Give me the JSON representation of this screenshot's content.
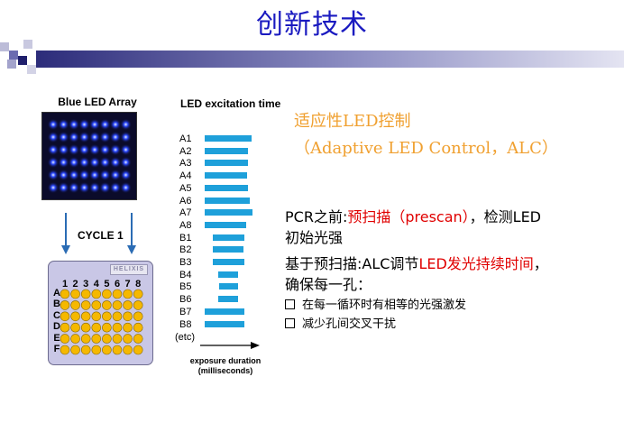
{
  "slide": {
    "title": "创新技术",
    "left": {
      "led_array_title": "Blue LED Array",
      "cycle_label": "CYCLE 1",
      "plate_logo": "HELIXIS",
      "plate_columns": [
        "1",
        "2",
        "3",
        "4",
        "5",
        "6",
        "7",
        "8"
      ],
      "plate_rows": [
        "A",
        "B",
        "C",
        "D",
        "E",
        "F"
      ]
    },
    "middle": {
      "title": "LED excitation time",
      "bars": [
        {
          "label": "A1",
          "value": 52
        },
        {
          "label": "A2",
          "value": 48
        },
        {
          "label": "A3",
          "value": 48
        },
        {
          "label": "A4",
          "value": 47
        },
        {
          "label": "A5",
          "value": 48
        },
        {
          "label": "A6",
          "value": 50
        },
        {
          "label": "A7",
          "value": 53
        },
        {
          "label": "A8",
          "value": 46
        },
        {
          "label": "B1",
          "value": 35
        },
        {
          "label": "B2",
          "value": 34
        },
        {
          "label": "B3",
          "value": 35
        },
        {
          "label": "B4",
          "value": 22
        },
        {
          "label": "B5",
          "value": 21
        },
        {
          "label": "B6",
          "value": 22
        },
        {
          "label": "B7",
          "value": 44
        },
        {
          "label": "B8",
          "value": 44
        }
      ],
      "etc_label": "(etc)",
      "exposure_line1": "exposure duration",
      "exposure_line2": "(milliseconds)"
    },
    "right": {
      "alc_title": "适应性LED控制",
      "alc_subtitle": "（Adaptive LED Control，ALC）",
      "para1_a": "PCR之前:",
      "para1_b": "预扫描（prescan）",
      "para1_c": "，检测LED",
      "para1_line2": "初始光强",
      "para2_a": "基于预扫描:ALC调节",
      "para2_b": "LED发光持续时间",
      "para2_c": "，",
      "para2_line2": "确保每一孔：",
      "bullet1": "在每一循环时有相等的光强激发",
      "bullet2": "减少孔间交叉干扰"
    },
    "colors": {
      "title": "#1a1ac0",
      "accent_orange": "#f0a030",
      "highlight_red": "#e00000",
      "bar_blue": "#1ea0da",
      "led_blue": "#2b48ff",
      "well_yellow": "#f5b800"
    }
  }
}
